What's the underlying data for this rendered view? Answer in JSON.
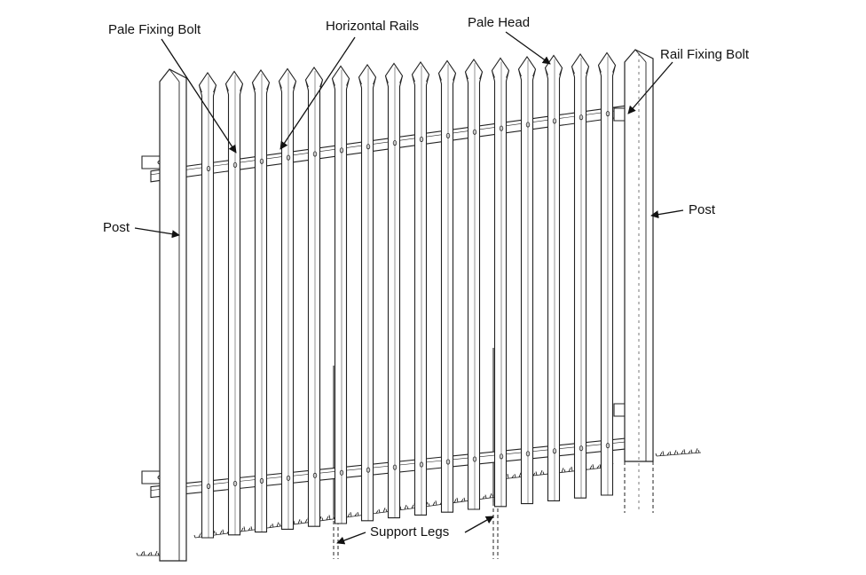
{
  "labels": {
    "pale_fixing_bolt": "Pale Fixing Bolt",
    "horizontal_rails": "Horizontal Rails",
    "pale_head": "Pale Head",
    "rail_fixing_bolt": "Rail Fixing Bolt",
    "post_left": "Post",
    "post_right": "Post",
    "support_legs": "Support Legs"
  },
  "colors": {
    "line": "#222222",
    "background": "#ffffff"
  }
}
